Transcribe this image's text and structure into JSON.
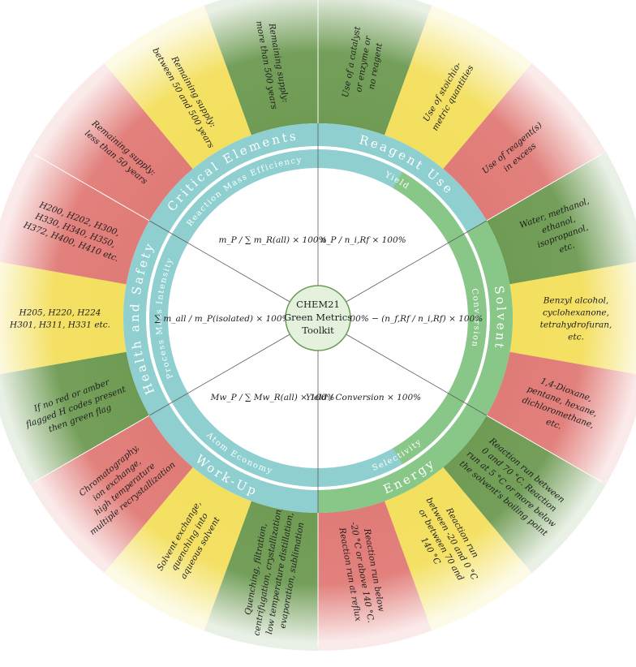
{
  "center": {
    "lines": [
      "CHEM21",
      "Green Metrics",
      "Toolkit"
    ]
  },
  "metrics": [
    {
      "name": "Reaction Mass Efficiency",
      "formula": "m_P / ∑ m_R(all) × 100%"
    },
    {
      "name": "Yield",
      "formula": "n_P / n_i,Rf × 100%"
    },
    {
      "name": "Conversion",
      "formula": "100% − (n_f,Rf / n_i,Rf) × 100%"
    },
    {
      "name": "Selectivity",
      "formula": "Yield / Conversion × 100%"
    },
    {
      "name": "Atom Economy",
      "formula": "Mw_P / ∑ Mw_R(all) × 100%"
    },
    {
      "name": "Process Mass Intensity",
      "formula": "∑ m_all / m_P(isolated) × 100%"
    }
  ],
  "categories": [
    "Critical Elements",
    "Reagent Use",
    "Solvent",
    "Energy",
    "Work-Up",
    "Health and Safety"
  ],
  "segments": [
    {
      "category": "Critical Elements",
      "flag": "red",
      "lines": [
        "Remaining supply:",
        "less than 50 years"
      ]
    },
    {
      "category": "Critical Elements",
      "flag": "amber",
      "lines": [
        "Remaining supply:",
        "between 50 and 500 years"
      ]
    },
    {
      "category": "Critical Elements",
      "flag": "green",
      "lines": [
        "Remaining supply:",
        "more than 500 years"
      ]
    },
    {
      "category": "Reagent Use",
      "flag": "green",
      "lines": [
        "Use of a catalyst",
        "or enzyme or",
        "no reagent"
      ]
    },
    {
      "category": "Reagent Use",
      "flag": "amber",
      "lines": [
        "Use of stoichio-",
        "metric quantities"
      ]
    },
    {
      "category": "Reagent Use",
      "flag": "red",
      "lines": [
        "Use of reagent(s)",
        "in excess"
      ]
    },
    {
      "category": "Solvent",
      "flag": "green",
      "lines": [
        "Water, methanol,",
        "ethanol,",
        "isopropanol,",
        "etc."
      ]
    },
    {
      "category": "Solvent",
      "flag": "amber",
      "lines": [
        "Benzyl alcohol,",
        "cyclohexanone,",
        "tetrahydrofuran,",
        "etc."
      ]
    },
    {
      "category": "Solvent",
      "flag": "red",
      "lines": [
        "1,4-Dioxane,",
        "pentane, hexane,",
        "dichloromethane,",
        "etc."
      ]
    },
    {
      "category": "Energy",
      "flag": "green",
      "lines": [
        "Reaction run between",
        "0 and 70 °C. Reaction",
        "run at 5 °C or more below",
        "the solvent's boiling point"
      ]
    },
    {
      "category": "Energy",
      "flag": "amber",
      "lines": [
        "Reaction run",
        "between -20 and 0 °C",
        "or between 70 and",
        "140 °C"
      ]
    },
    {
      "category": "Energy",
      "flag": "red",
      "lines": [
        "Reaction run below",
        "-20 °C or above 140 °C.",
        "Reaction run at reflux"
      ]
    },
    {
      "category": "Work-Up",
      "flag": "green",
      "lines": [
        "Quenching, filtration,",
        "centrifugation, crystallization,",
        "low temperature distillation,",
        "evaporation, sublimation"
      ]
    },
    {
      "category": "Work-Up",
      "flag": "amber",
      "lines": [
        "Solvent exchange,",
        "quenching into",
        "aqueous solvent"
      ]
    },
    {
      "category": "Work-Up",
      "flag": "red",
      "lines": [
        "Chromatography,",
        "ion exchange,",
        "high temperature",
        "multiple recrystallization"
      ]
    },
    {
      "category": "Health and Safety",
      "flag": "green",
      "lines": [
        "If no red or amber",
        "flagged H codes present",
        "then green flag"
      ]
    },
    {
      "category": "Health and Safety",
      "flag": "amber",
      "lines": [
        "H205, H220, H224",
        "H301, H311, H331 etc."
      ]
    },
    {
      "category": "Health and Safety",
      "flag": "red",
      "lines": [
        "H200, H202, H300,",
        "H330, H340, H350,",
        "H372, H400, H410 etc."
      ]
    }
  ],
  "colors": {
    "red": "#e07a76",
    "amber": "#f3df5c",
    "green": "#6d9a52",
    "outer_ring": "#8fcfcf",
    "inner_ring": "#87c57b",
    "center_fill": "#e4f1dc",
    "divider": "#5a5a5a"
  }
}
